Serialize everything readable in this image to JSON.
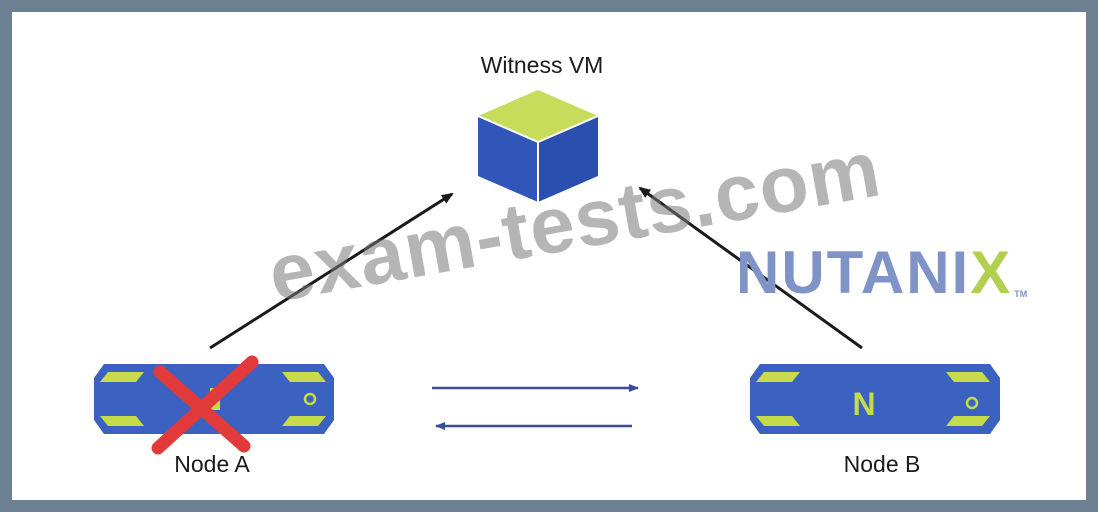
{
  "diagram": {
    "witness_label": "Witness VM",
    "node_a_label": "Node A",
    "node_b_label": "Node B",
    "node_b_letter": "N",
    "node_a_status": "failed"
  },
  "watermark": {
    "text": "exam-tests.com"
  },
  "logo": {
    "main": "NUTANI",
    "x": "X",
    "tm": "TM"
  },
  "colors": {
    "cube_top": "#c6dc5a",
    "cube_side": "#2f56b8",
    "node_body": "#3b62c0",
    "node_accent": "#c5dc48",
    "red_x": "#e23a3a",
    "link_line": "#3a4d9a",
    "arrow": "#1a1a1a"
  },
  "icons": [
    "cube-icon",
    "server-node-icon",
    "cross-icon",
    "arrow-icon"
  ]
}
